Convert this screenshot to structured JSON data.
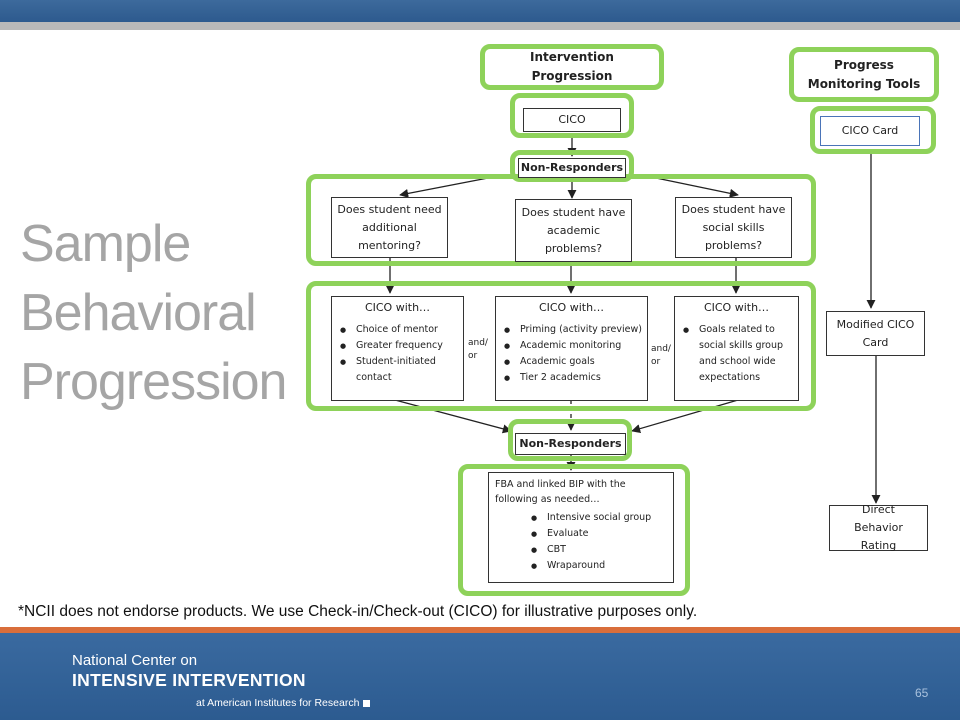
{
  "title_lines": [
    "Sample",
    "Behavioral",
    "Progression"
  ],
  "diagram": {
    "intervention_header": "Intervention Progression",
    "monitoring_header": "Progress Monitoring Tools",
    "cico": "CICO",
    "cico_card": "CICO Card",
    "non_responders_1": "Non-Responders",
    "non_responders_2": "Non-Responders",
    "questions": [
      "Does student need additional mentoring?",
      "Does student have academic problems?",
      "Does student have social skills problems?"
    ],
    "cico_with": [
      {
        "heading": "CICO with…",
        "items": [
          "Choice of mentor",
          "Greater frequency",
          "Student-initiated contact"
        ]
      },
      {
        "heading": "CICO with…",
        "items": [
          "Priming (activity preview)",
          "Academic monitoring",
          "Academic goals",
          "Tier 2 academics"
        ]
      },
      {
        "heading": "CICO with…",
        "items": [
          "Goals related to social skills group and school wide expectations"
        ]
      }
    ],
    "and_or": "and/ or",
    "fba": {
      "intro": "FBA and linked BIP with the following as needed…",
      "items": [
        "Intensive social group",
        "Evaluate",
        "CBT",
        "Wraparound"
      ]
    },
    "modified_cico_card": "Modified CICO Card",
    "direct_behavior_rating": "Direct Behavior Rating"
  },
  "footnote": "*NCII does not endorse products. We use Check-in/Check-out (CICO) for illustrative purposes only.",
  "footer": {
    "org_line1": "National Center on",
    "org_line2": "INTENSIVE INTERVENTION",
    "org_line3": "at American Institutes for Research",
    "page_number": "65"
  },
  "colors": {
    "highlight": "#8ed25a",
    "title_gray": "#a5a5a5",
    "banner_blue": "#2d5a8e",
    "accent_orange": "#d96e3b"
  }
}
